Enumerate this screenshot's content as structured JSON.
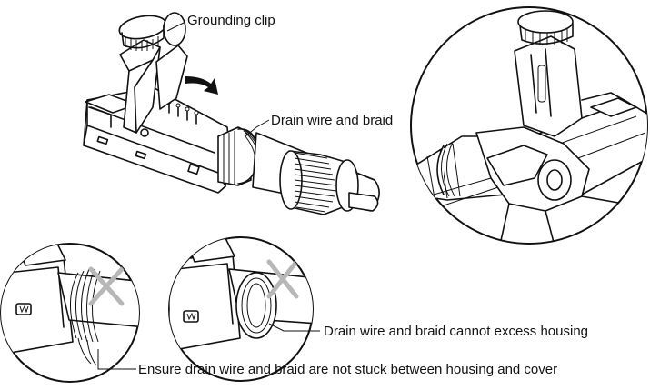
{
  "labels": {
    "grounding_clip": "Grounding clip",
    "drain_wire": "Drain wire and braid",
    "cannot_exceed": "Drain wire and braid cannot excess housing",
    "ensure": "Ensure drain wire and braid are not stuck between housing and cover"
  },
  "icons": [
    "rotate-arrow-icon",
    "x-mark-icon"
  ],
  "colors": {
    "line": "#111111",
    "mark": "#b7b7b7",
    "background": "#ffffff"
  }
}
